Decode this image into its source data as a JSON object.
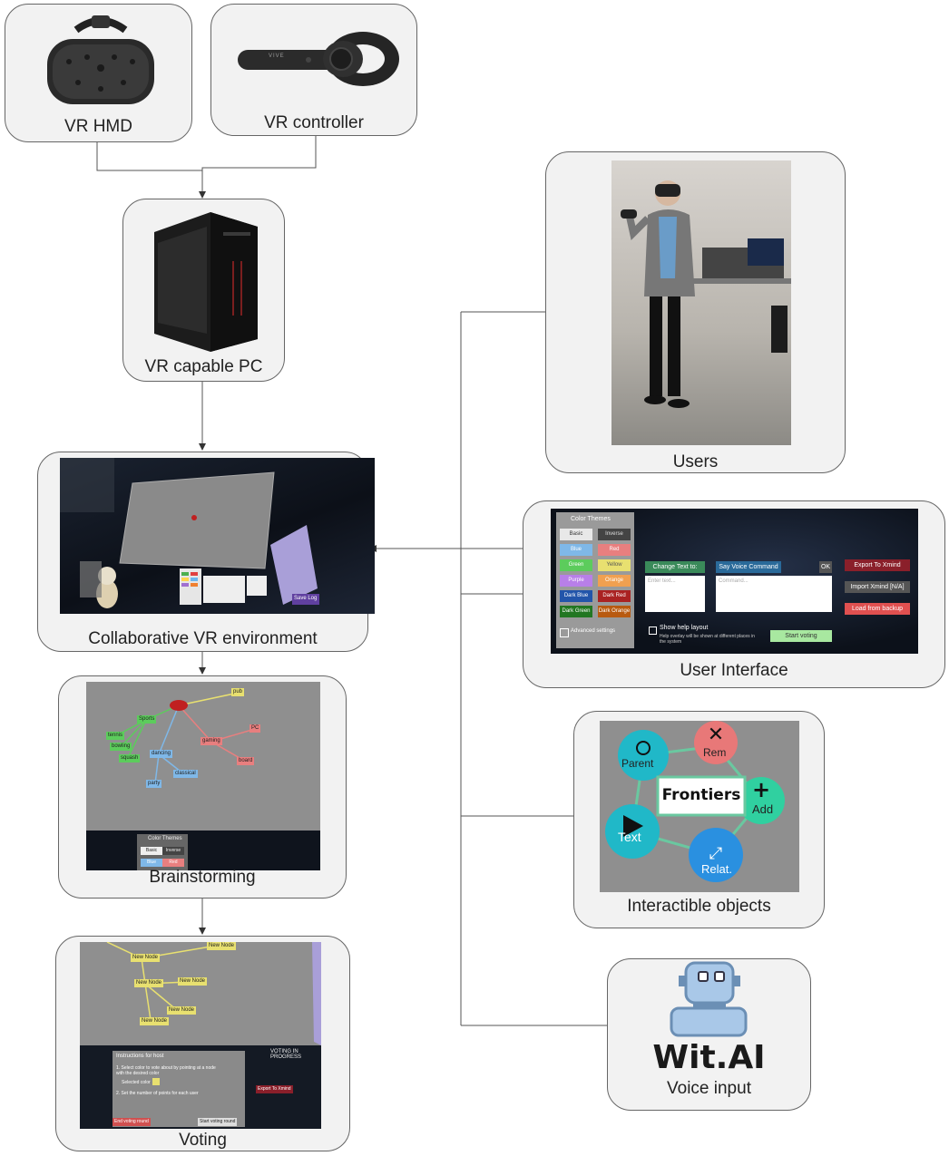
{
  "nodes": {
    "vr_hmd": "VR HMD",
    "vr_controller": "VR controller",
    "vr_pc": "VR capable PC",
    "collab_env": "Collaborative VR environment",
    "brainstorming": "Brainstorming",
    "voting": "Voting",
    "users": "Users",
    "user_interface": "User Interface",
    "interactible": "Interactible objects",
    "voice_input": "Voice input"
  },
  "controller_brand": "VIVE",
  "witai_logo": "Wit.AI",
  "ui_panel": {
    "color_themes_title": "Color Themes",
    "themes": [
      {
        "label": "Basic",
        "color": "#e8e8e8",
        "text": "#333"
      },
      {
        "label": "Inverse",
        "color": "#444444",
        "text": "#ddd"
      },
      {
        "label": "Blue",
        "color": "#7fb8e8",
        "text": "#fff"
      },
      {
        "label": "Red",
        "color": "#e87f7f",
        "text": "#fff"
      },
      {
        "label": "Green",
        "color": "#5ccc5c",
        "text": "#fff"
      },
      {
        "label": "Yellow",
        "color": "#e8e070",
        "text": "#555"
      },
      {
        "label": "Purple",
        "color": "#b87fe8",
        "text": "#fff"
      },
      {
        "label": "Orange",
        "color": "#f0a050",
        "text": "#fff"
      },
      {
        "label": "Dark Blue",
        "color": "#2255aa",
        "text": "#fff"
      },
      {
        "label": "Dark Red",
        "color": "#aa2222",
        "text": "#fff"
      },
      {
        "label": "Dark Green",
        "color": "#227722",
        "text": "#fff"
      },
      {
        "label": "Dark Orange",
        "color": "#b85a10",
        "text": "#fff"
      }
    ],
    "advanced_settings": "Advanced settings",
    "change_text": "Change Text to:",
    "voice_command": "Say Voice Command",
    "enter_text_placeholder": "Enter text...",
    "command_placeholder": "Command...",
    "ok": "OK",
    "show_help": "Show help layout",
    "help_note": "Help overlay will be shown at different places in the system",
    "start_voting": "Start voting",
    "export_xmind": "Export To Xmind",
    "import_xmind": "Import Xmind [N/A]",
    "load_backup": "Load from backup"
  },
  "interactible_buttons": {
    "center": "Frontiers",
    "parent": "Parent",
    "rem": "Rem",
    "add": "Add",
    "text": "Text",
    "relat": "Relat."
  },
  "brainstorm_nodes": [
    "pub",
    "Sports",
    "gaming",
    "PC",
    "board",
    "dancing",
    "classical",
    "party",
    "tennis",
    "bowling",
    "squash"
  ],
  "brainstorm_panel": {
    "title": "Color Themes",
    "basic": "Basic",
    "inverse": "Inverse",
    "blue": "Blue",
    "red": "Red"
  },
  "voting_nodes": [
    "New Node",
    "New Node",
    "New Node",
    "New Node",
    "New Node",
    "New Node"
  ],
  "voting_panel": {
    "instructions": "Instructions for host",
    "step1": "1. Select color to vote about by pointing at a node with the desired color",
    "selected_color": "Selected color",
    "step2": "2. Set the number of points for each user",
    "progress": "VOTING IN PROGRESS",
    "export": "Export To Xmind",
    "end_round": "End voting round",
    "start_round": "Start voting round"
  },
  "env_panel": {
    "end_log": "Save Log"
  }
}
